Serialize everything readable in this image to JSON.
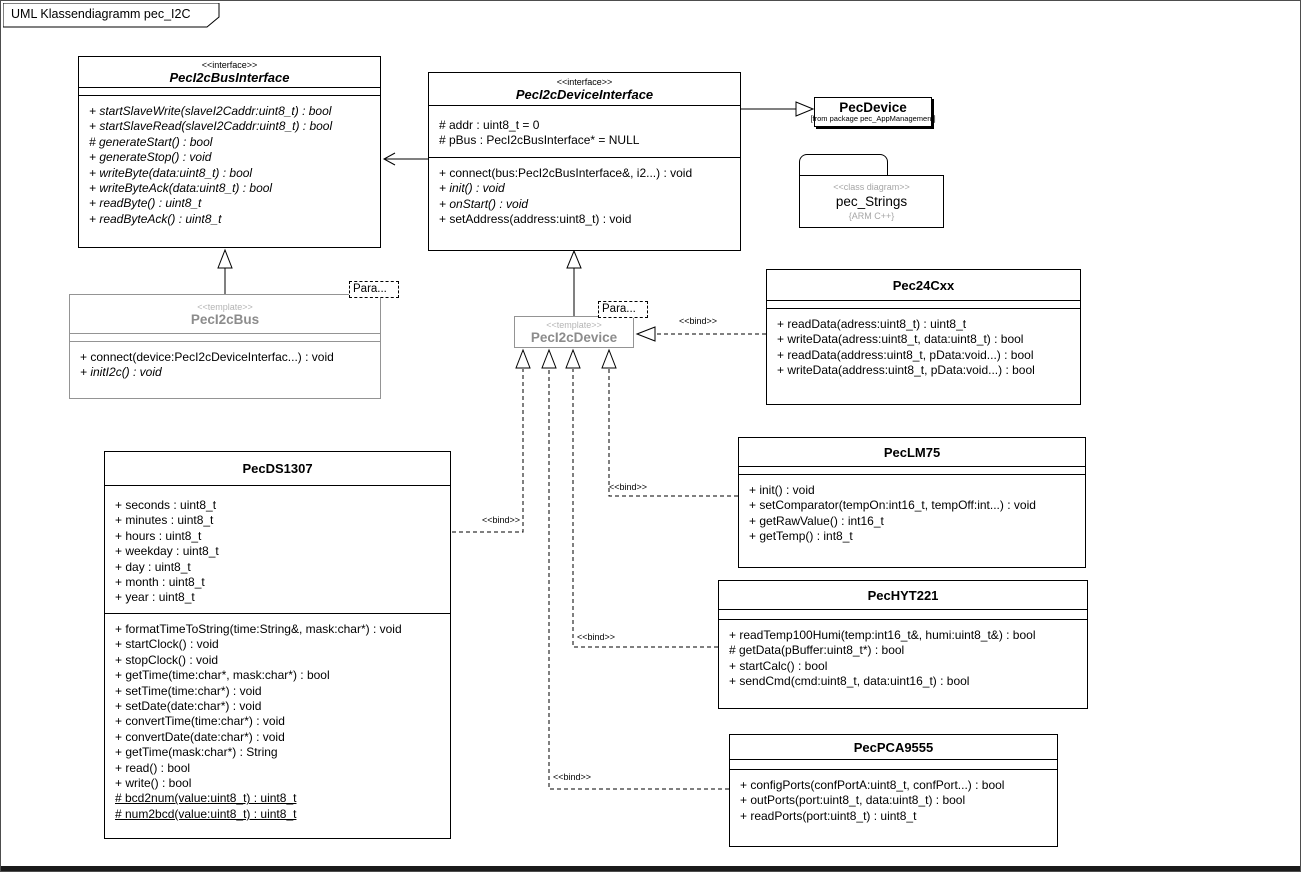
{
  "frame": {
    "title": "UML Klassendiagramm pec_I2C"
  },
  "labels": {
    "bind": "<<bind>>",
    "para": "Para..."
  },
  "classes": {
    "busInterface": {
      "stereotype": "<<interface>>",
      "name": "PecI2cBusInterface",
      "methods": [
        "+ startSlaveWrite(slaveI2Caddr:uint8_t) : bool",
        "+ startSlaveRead(slaveI2Caddr:uint8_t) : bool",
        "# generateStart() : bool",
        "+ generateStop() : void",
        "+ writeByte(data:uint8_t) : bool",
        "+ writeByteAck(data:uint8_t) : bool",
        "+ readByte() : uint8_t",
        "+ readByteAck() : uint8_t"
      ]
    },
    "deviceInterface": {
      "stereotype": "<<interface>>",
      "name": "PecI2cDeviceInterface",
      "attributes": [
        "# addr : uint8_t = 0",
        "# pBus : PecI2cBusInterface* = NULL"
      ],
      "methods": [
        "+ connect(bus:PecI2cBusInterface&, i2...) : void",
        "+ init() : void",
        "+ onStart() : void",
        "+ setAddress(address:uint8_t) : void"
      ]
    },
    "pecDevice": {
      "name": "PecDevice",
      "subtitle": "[from package pec_AppManagement]"
    },
    "stringsPackage": {
      "stereotype": "<<class diagram>>",
      "name": "pec_Strings",
      "tag": "{ARM C++}"
    },
    "bus": {
      "stereotype": "<<template>>",
      "name": "PecI2cBus",
      "methods": [
        "+ connect(device:PecI2cDeviceInterfac...) : void",
        "+ initI2c() : void"
      ]
    },
    "device": {
      "stereotype": "<<template>>",
      "name": "PecI2cDevice"
    },
    "pec24cxx": {
      "name": "Pec24Cxx",
      "methods": [
        "+ readData(adress:uint8_t) : uint8_t",
        "+ writeData(adress:uint8_t, data:uint8_t) : bool",
        "+ readData(address:uint8_t, pData:void...) : bool",
        "+ writeData(address:uint8_t, pData:void...) : bool"
      ]
    },
    "lm75": {
      "name": "PecLM75",
      "methods": [
        "+ init() : void",
        "+ setComparator(tempOn:int16_t, tempOff:int...) : void",
        "+ getRawValue() : int16_t",
        "+ getTemp() : int8_t"
      ]
    },
    "hyt221": {
      "name": "PecHYT221",
      "methods": [
        "+ readTemp100Humi(temp:int16_t&, humi:uint8_t&) : bool",
        "# getData(pBuffer:uint8_t*) : bool",
        "+ startCalc() : bool",
        "+ sendCmd(cmd:uint8_t, data:uint16_t) : bool"
      ]
    },
    "pca9555": {
      "name": "PecPCA9555",
      "methods": [
        "+ configPorts(confPortA:uint8_t, confPort...) : bool",
        "+ outPorts(port:uint8_t, data:uint8_t) : bool",
        "+ readPorts(port:uint8_t) : uint8_t"
      ]
    },
    "ds1307": {
      "name": "PecDS1307",
      "attributes": [
        "+ seconds : uint8_t",
        "+ minutes : uint8_t",
        "+ hours : uint8_t",
        "+ weekday : uint8_t",
        "+ day : uint8_t",
        "+ month : uint8_t",
        "+ year : uint8_t"
      ],
      "methods": [
        "+ formatTimeToString(time:String&, mask:char*) : void",
        "+ startClock() : void",
        "+ stopClock() : void",
        "+ getTime(time:char*, mask:char*) : bool",
        "+ setTime(time:char*) : void",
        "+ setDate(date:char*) : void",
        "+ convertTime(time:char*) : void",
        "+ convertDate(date:char*) : void",
        "+ getTime(mask:char*) : String",
        "+ read() : bool",
        "+ write() : bool",
        "# bcd2num(value:uint8_t) : uint8_t",
        "# num2bcd(value:uint8_t) : uint8_t"
      ]
    }
  }
}
